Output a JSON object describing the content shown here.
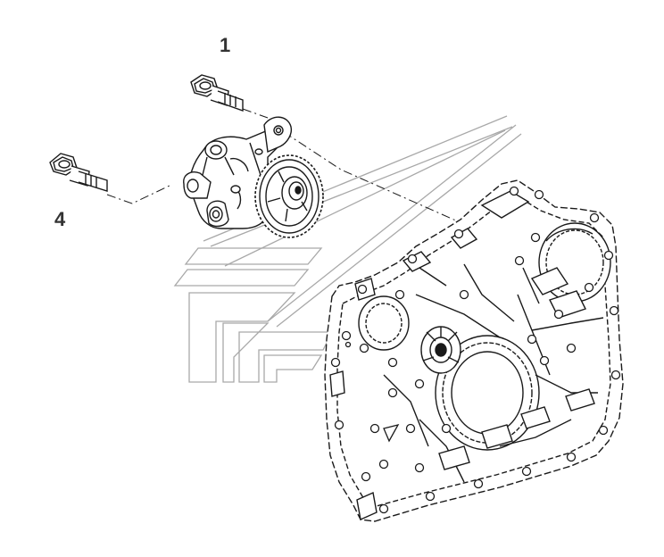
{
  "diagram": {
    "callouts": [
      {
        "id": "1",
        "label": "1"
      },
      {
        "id": "4",
        "label": "4"
      }
    ]
  },
  "colors": {
    "line": "#1a1a1a",
    "watermark": "#9a9a9a",
    "background": "#ffffff"
  }
}
